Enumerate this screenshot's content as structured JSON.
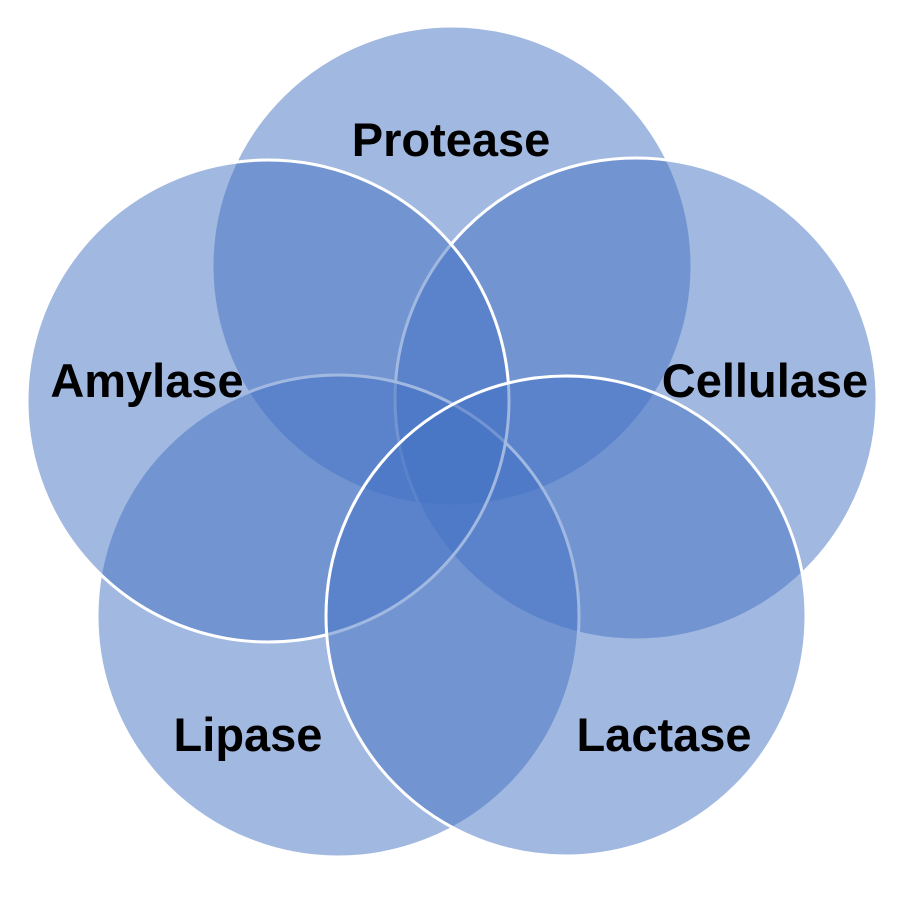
{
  "diagram": {
    "type": "five-set venn diagram",
    "fill_color": "#4472C4",
    "fill_opacity": 0.5,
    "stroke_color": "#FFFFFF",
    "sets": [
      {
        "id": "protease",
        "label": "Protease"
      },
      {
        "id": "cellulase",
        "label": "Cellulase"
      },
      {
        "id": "lactase",
        "label": "Lactase"
      },
      {
        "id": "lipase",
        "label": "Lipase"
      },
      {
        "id": "amylase",
        "label": "Amylase"
      }
    ]
  }
}
